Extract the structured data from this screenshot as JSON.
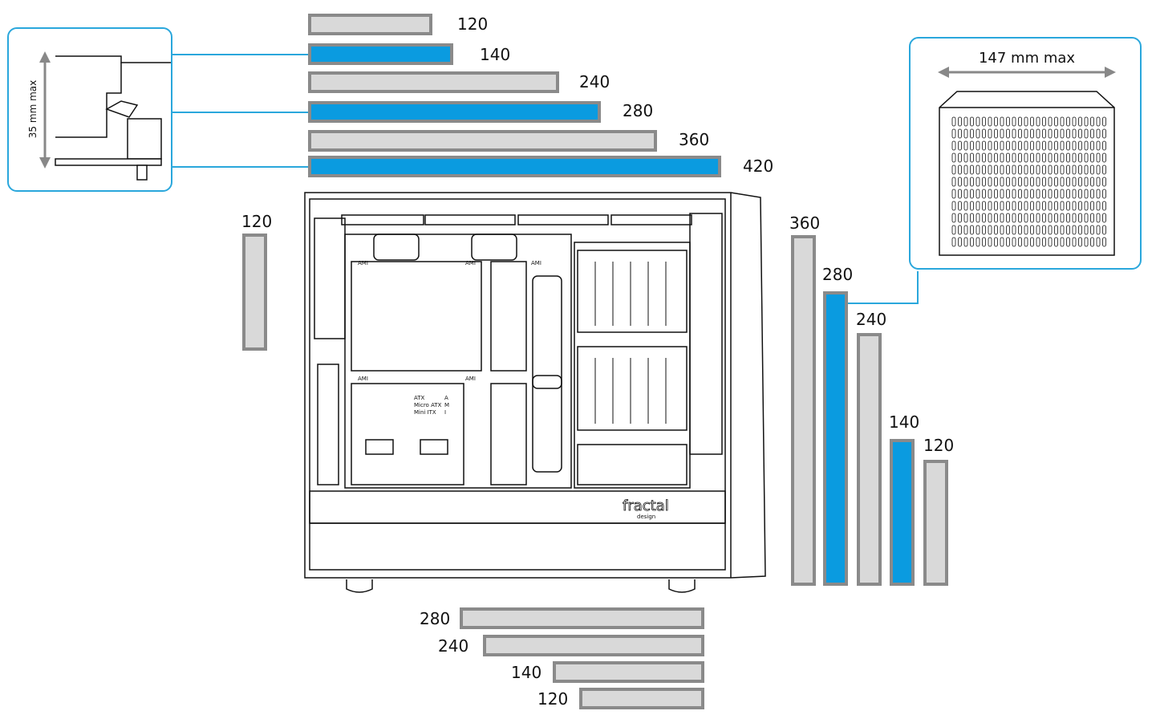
{
  "top_radiators": {
    "items": [
      {
        "label": "120",
        "highlight": false
      },
      {
        "label": "140",
        "highlight": true
      },
      {
        "label": "240",
        "highlight": false
      },
      {
        "label": "280",
        "highlight": true
      },
      {
        "label": "360",
        "highlight": false
      },
      {
        "label": "420",
        "highlight": true
      }
    ]
  },
  "rear_radiator": {
    "label": "120",
    "highlight": false
  },
  "front_radiators": {
    "items": [
      {
        "label": "360",
        "highlight": false
      },
      {
        "label": "280",
        "highlight": true
      },
      {
        "label": "240",
        "highlight": false
      },
      {
        "label": "140",
        "highlight": true
      },
      {
        "label": "120",
        "highlight": false
      }
    ]
  },
  "bottom_radiators": {
    "items": [
      {
        "label": "280",
        "highlight": false
      },
      {
        "label": "240",
        "highlight": false
      },
      {
        "label": "140",
        "highlight": false
      },
      {
        "label": "120",
        "highlight": false
      }
    ]
  },
  "clearance_callout": {
    "label": "35 mm max"
  },
  "width_callout": {
    "label": "147 mm max"
  },
  "case": {
    "brand": "fractal",
    "brand_sub": "design",
    "mount_labels": [
      "AMI",
      "AMI",
      "AMI",
      "AMI",
      "AMI"
    ],
    "form_factors": [
      "ATX",
      "Micro ATX",
      "Mini ITX"
    ],
    "form_codes": [
      "A",
      "M",
      "I"
    ]
  },
  "colors": {
    "highlight": "#0a9be0",
    "bar_fill": "#d9d9d9",
    "bar_border": "#8a8a8a",
    "callout_border": "#2aa7dc"
  }
}
